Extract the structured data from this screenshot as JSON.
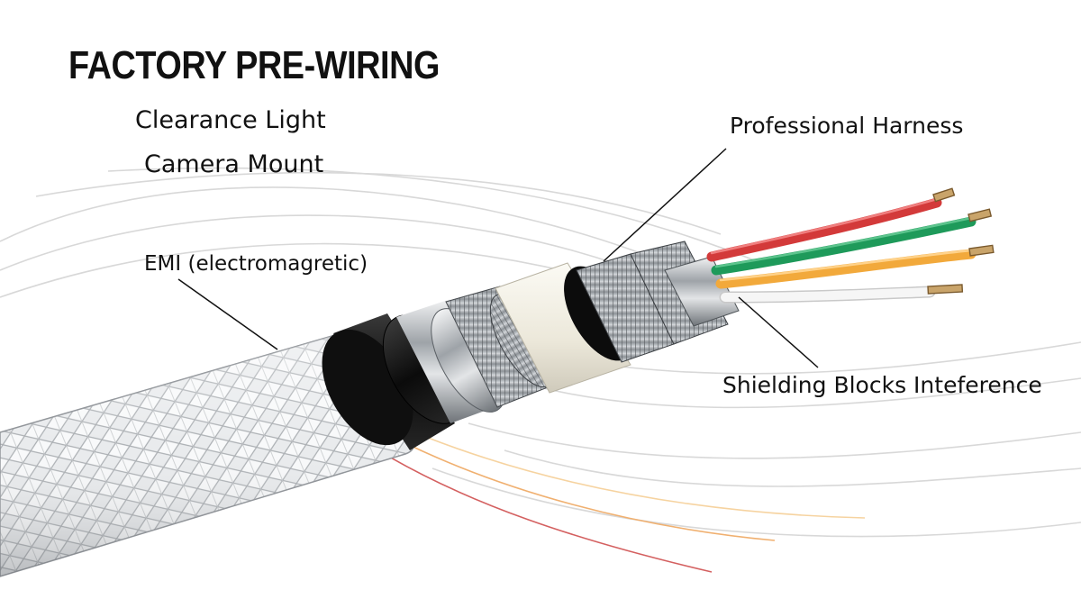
{
  "title": "FACTORY PRE-WIRING",
  "features": [
    "Clearance Light",
    "Camera Mount"
  ],
  "callouts": {
    "emi": "EMI (electromagretic)",
    "harness": "Professional Harness",
    "shielding": "Shielding Blocks Inteference"
  },
  "colors": {
    "wire_red": "#d33a3a",
    "wire_green": "#1e9a5a",
    "wire_yellow": "#f2a93b",
    "wire_white": "#f4f4f4",
    "jacket_black": "#141414",
    "insulation_cream": "#f1eee3",
    "braid": "#e6e8ea"
  }
}
